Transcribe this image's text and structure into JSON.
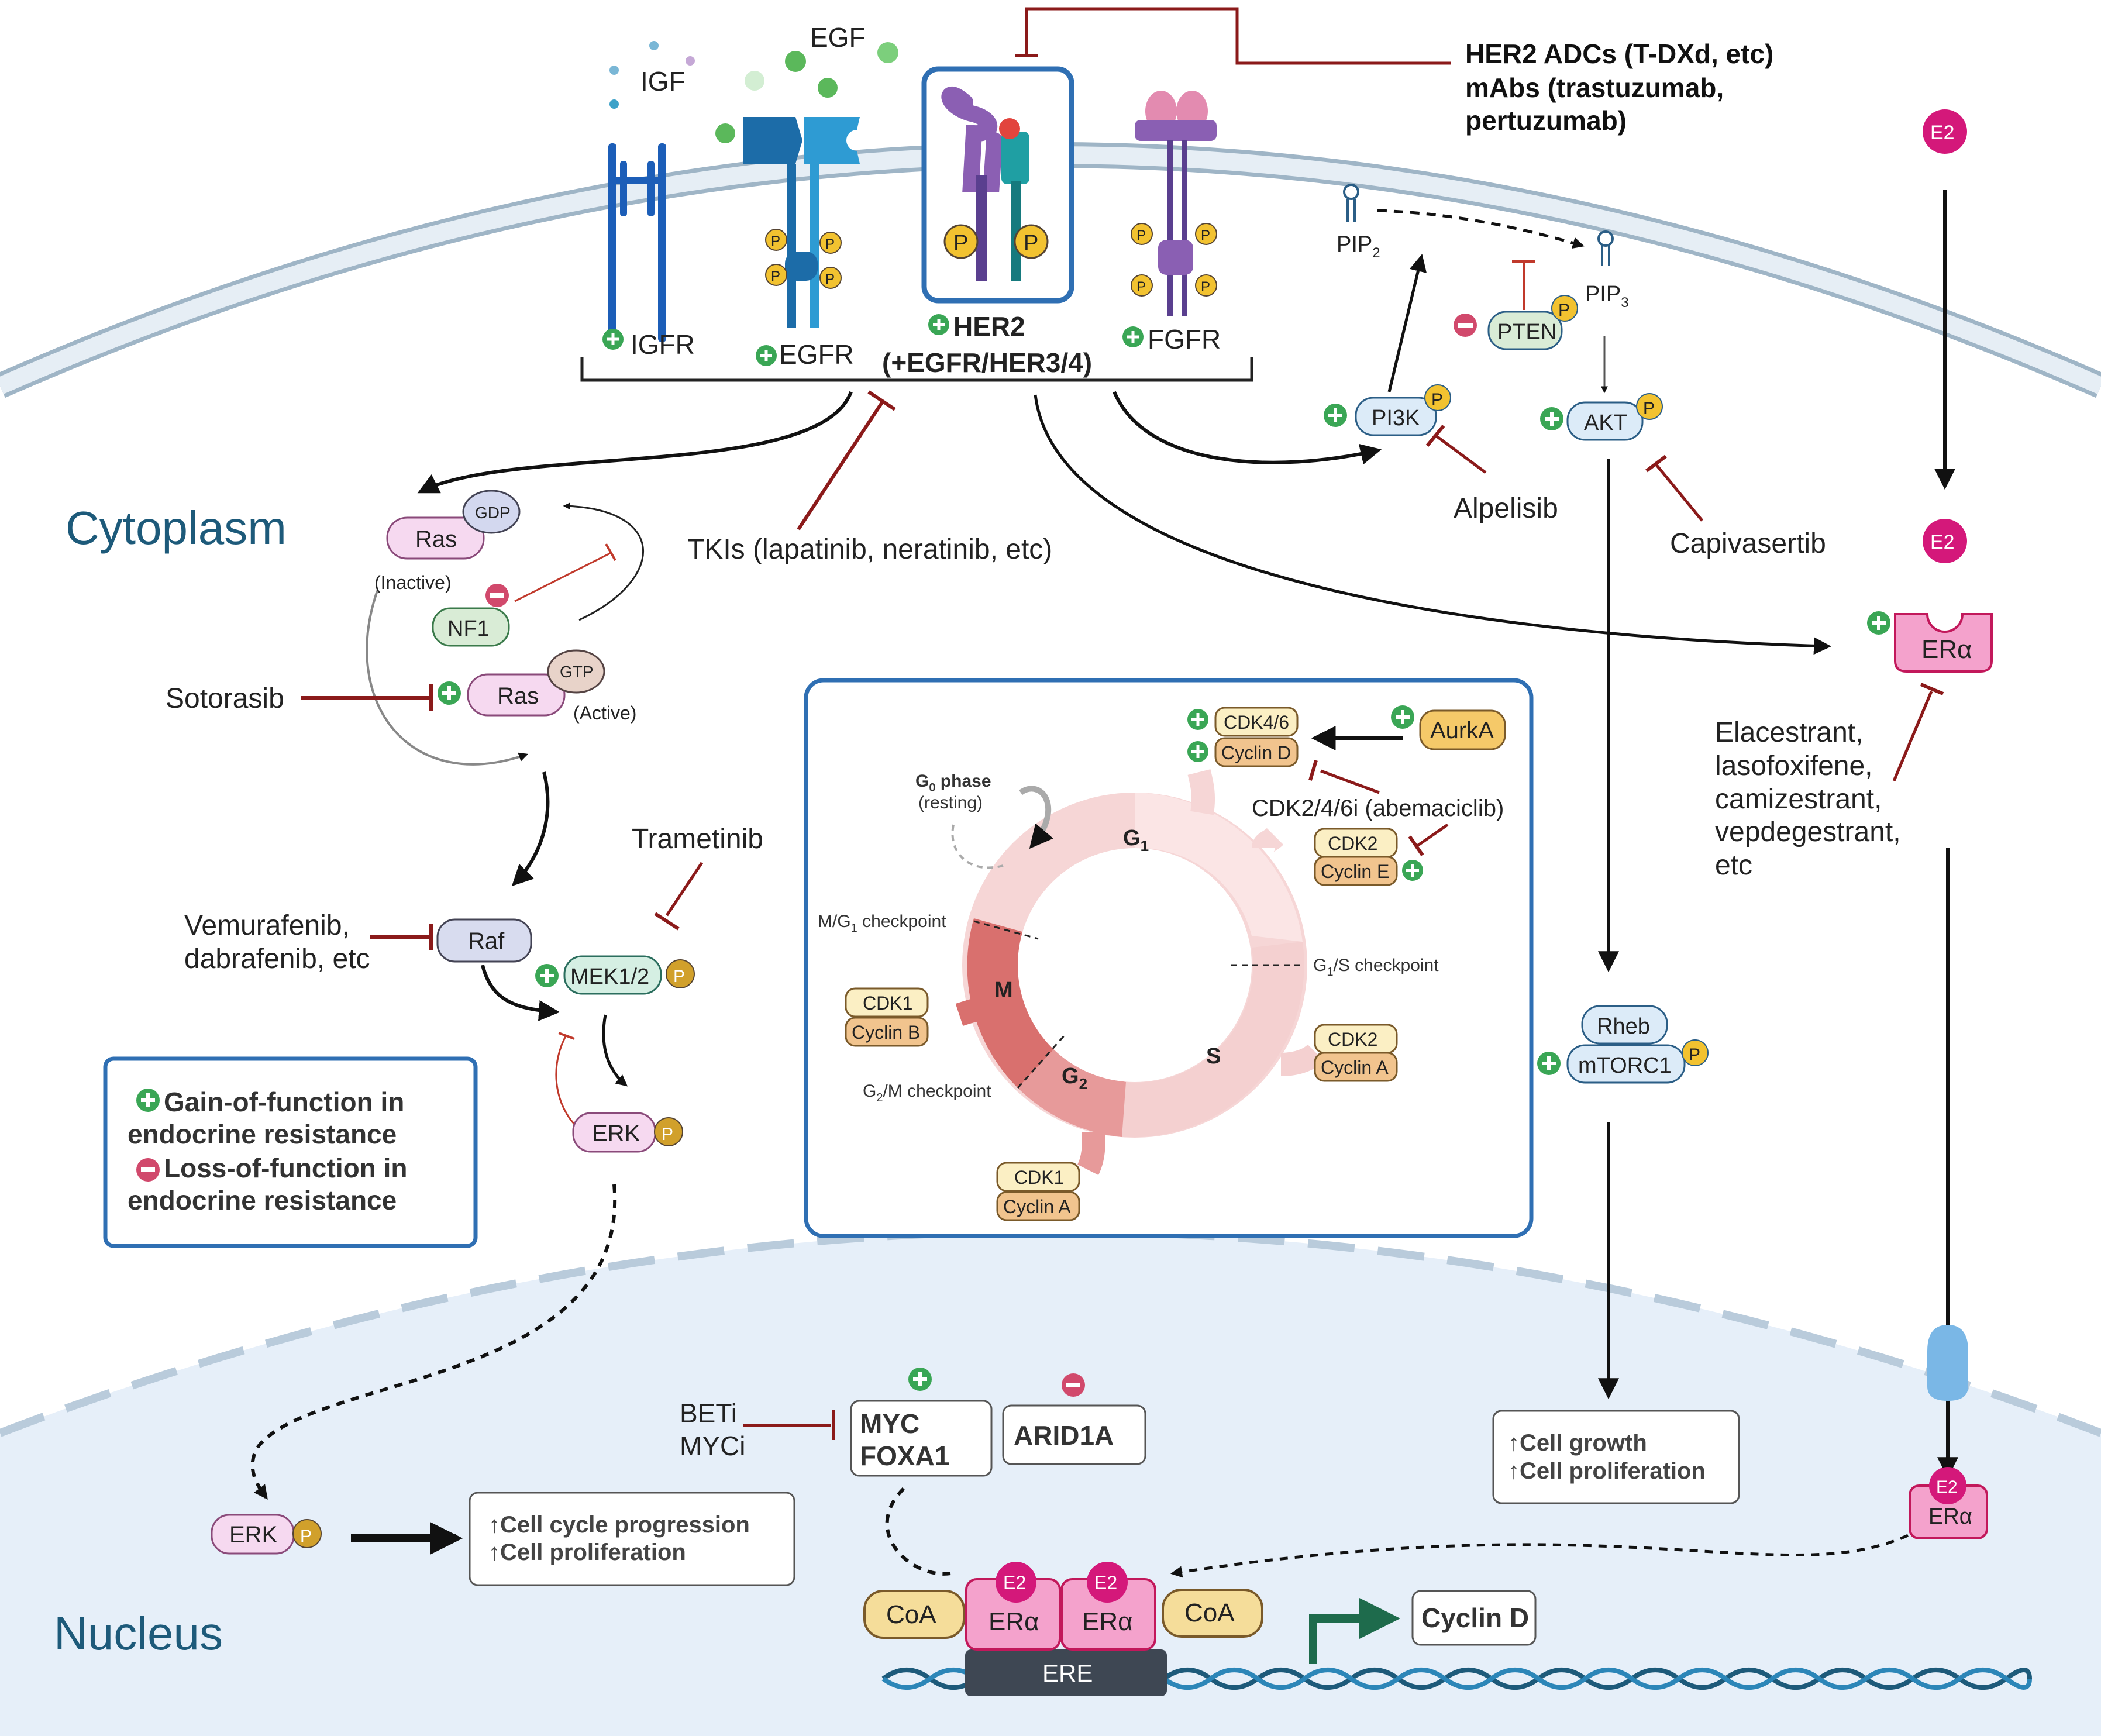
{
  "labels": {
    "cytoplasm": "Cytoplasm",
    "nucleus": "Nucleus",
    "igf": "IGF",
    "egf": "EGF",
    "e2": "E2",
    "p": "P",
    "pip2_base": "PIP",
    "pip2_sub": "2",
    "pip3_base": "PIP",
    "pip3_sub": "3"
  },
  "receptors": {
    "igfr": "IGFR",
    "egfr": "EGFR",
    "her2_line1": "HER2",
    "her2_line2": "(+EGFR/HER3/4)",
    "fgfr": "FGFR"
  },
  "drugs": {
    "her2_adc_line1": "HER2 ADCs (T-DXd, etc)",
    "her2_adc_line2": "mAbs (trastuzumab,",
    "her2_adc_line3": "pertuzumab)",
    "tkis": "TKIs (lapatinib, neratinib, etc)",
    "alpelisib": "Alpelisib",
    "capivasertib": "Capivasertib",
    "sotorasib": "Sotorasib",
    "trametinib": "Trametinib",
    "vemurafenib_line1": "Vemurafenib,",
    "vemurafenib_line2": "dabrafenib, etc",
    "serd_lines": [
      "Elacestrant,",
      "lasofoxifene,",
      "camizestrant,",
      "vepdegestrant,",
      "etc"
    ],
    "cdk_inhibitor": "CDK2/4/6i (abemaciclib)",
    "beti": "BETi",
    "myci": "MYCi"
  },
  "nodes": {
    "ras": "Ras",
    "gdp": "GDP",
    "gtp": "GTP",
    "inactive": "(Inactive)",
    "active": "(Active)",
    "nf1": "NF1",
    "raf": "Raf",
    "mek": "MEK1/2",
    "erk": "ERK",
    "pi3k": "PI3K",
    "pten": "PTEN",
    "akt": "AKT",
    "rheb": "Rheb",
    "mtorc1": "mTORC1",
    "era": "ERα",
    "myc": "MYC",
    "foxa1": "FOXA1",
    "arid1a": "ARID1A",
    "coa": "CoA",
    "ere": "ERE",
    "cyclin_d_gene": "Cyclin D"
  },
  "legend": {
    "gain_line1": "Gain-of-function in",
    "gain_line2": "endocrine resistance",
    "loss_line1": "Loss-of-function in",
    "loss_line2": "endocrine resistance"
  },
  "outcomes": {
    "growth_1": "↑Cell growth",
    "growth_2": "↑Cell proliferation",
    "cycle_1": "↑Cell cycle progression",
    "cycle_2": "↑Cell proliferation"
  },
  "cell_cycle": {
    "g0_base": "G",
    "g0_sub": "0",
    "g0_rest": " phase",
    "resting": "(resting)",
    "g1_base": "G",
    "g1_sub": "1",
    "s": "S",
    "g2_base": "G",
    "g2_sub": "2",
    "m": "M",
    "mg1_pre": "M/G",
    "mg1_sub": "1",
    "mg1_post": " checkpoint",
    "g1s_pre": "G",
    "g1s_sub": "1",
    "g1s_post": "/S checkpoint",
    "g2m_pre": "G",
    "g2m_sub": "2",
    "g2m_post": "/M checkpoint",
    "cdk46": "CDK4/6",
    "cyclin_d": "Cyclin D",
    "aurka": "AurkA",
    "cdk2": "CDK2",
    "cyclin_e": "Cyclin E",
    "cyclin_a": "Cyclin A",
    "cdk1": "CDK1",
    "cyclin_b": "Cyclin B"
  },
  "colors": {
    "membrane": "#c9d9e6",
    "inhibit": "#8b1a1a",
    "frame": "#2f6fb3",
    "nucleus_fill": "#e6eff9",
    "gain": "#3aa655",
    "loss": "#d1496c",
    "er_pink": "#f4a2cc",
    "e2": "#d4187a",
    "phospho": "#f2c230",
    "title_blue": "#1d5a7a"
  }
}
